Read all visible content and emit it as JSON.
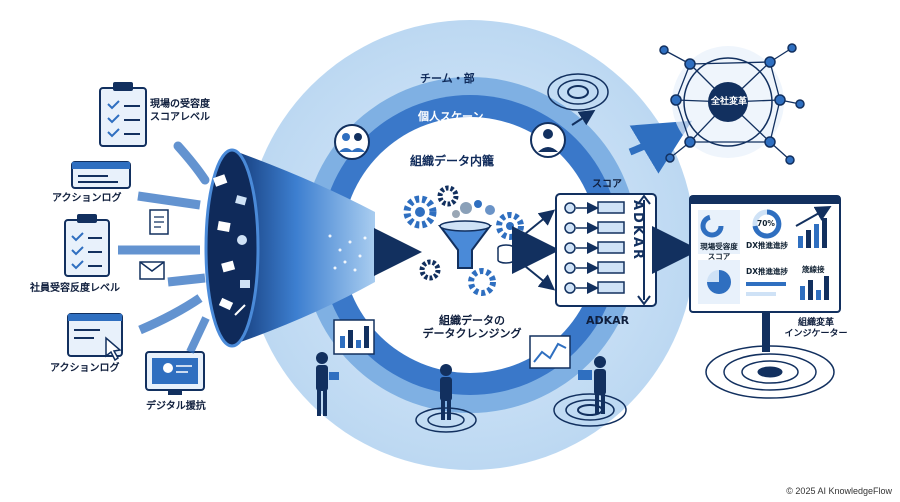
{
  "rings": {
    "outer": "チーム・部",
    "middle": "個人スケーン",
    "inner_top": "組織データ内籠",
    "inner_bottom": [
      "組織データの",
      "データクレンジング"
    ]
  },
  "inputs": [
    {
      "label": [
        "現場の受容度",
        "スコアレベル"
      ]
    },
    {
      "label": [
        "アクションログ"
      ]
    },
    {
      "label": [
        "社員受容反度レベル"
      ]
    },
    {
      "label": [
        "アクションログ"
      ]
    },
    {
      "label": [
        "デジタル援抗"
      ]
    }
  ],
  "adkar": {
    "score_label": "スコア",
    "vertical_text": "ADKAR",
    "bottom_label": "ADKAR"
  },
  "network": {
    "center_label": "全社変革"
  },
  "dashboard": {
    "left_title": [
      "現場受容度",
      "スコア"
    ],
    "gauge_value": "70%",
    "dx_label_1": "DX推進進捗",
    "dx_label_2": "DX推進進捗",
    "right_label": "筬線接",
    "caption": [
      "組織変革",
      "インジケーター"
    ]
  },
  "footer": {
    "copyright": "© 2025 AI KnowledgeFlow"
  },
  "colors": {
    "navy": "#12305f",
    "blue": "#2f6fc0",
    "light_blue": "#cfe2f6",
    "pale_blue": "#e8f1fb"
  }
}
